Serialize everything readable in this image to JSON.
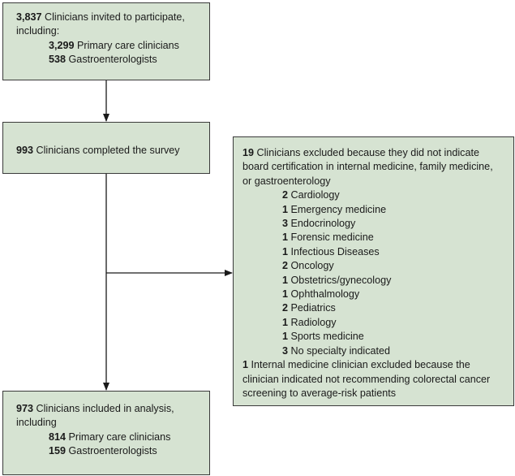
{
  "invited": {
    "count": "3,837",
    "text": "Clinicians invited to participate,",
    "text2": "including:",
    "items": [
      {
        "count": "3,299",
        "label": "Primary care clinicians"
      },
      {
        "count": "538",
        "label": "Gastroenterologists"
      }
    ]
  },
  "completed": {
    "count": "993",
    "text": "Clinicians completed the survey"
  },
  "excluded": {
    "count": "19",
    "text_lines": [
      "Clinicians excluded because they did not indicate",
      "board certification in internal medicine, family medicine,",
      "or gastroenterology"
    ],
    "items": [
      {
        "count": "2",
        "label": "Cardiology"
      },
      {
        "count": "1",
        "label": "Emergency medicine"
      },
      {
        "count": "3",
        "label": "Endocrinology"
      },
      {
        "count": "1",
        "label": "Forensic medicine"
      },
      {
        "count": "1",
        "label": "Infectious Diseases"
      },
      {
        "count": "2",
        "label": "Oncology"
      },
      {
        "count": "1",
        "label": "Obstetrics/gynecology"
      },
      {
        "count": "1",
        "label": "Ophthalmology"
      },
      {
        "count": "2",
        "label": "Pediatrics"
      },
      {
        "count": "1",
        "label": "Radiology"
      },
      {
        "count": "1",
        "label": "Sports medicine"
      },
      {
        "count": "3",
        "label": "No specialty indicated"
      }
    ],
    "second_count": "1",
    "second_lines": [
      "Internal medicine clinician excluded because the",
      "clinician indicated not recommending colorectal cancer",
      "screening to average-risk patients"
    ]
  },
  "included": {
    "count": "973",
    "text": "Clinicians included in analysis,",
    "text2": "including",
    "items": [
      {
        "count": "814",
        "label": "Primary care clinicians"
      },
      {
        "count": "159",
        "label": "Gastroenterologists"
      }
    ]
  },
  "colors": {
    "box_fill": "#d6e3d2",
    "border": "#3a3a3a",
    "arrow": "#1a1a1a"
  }
}
